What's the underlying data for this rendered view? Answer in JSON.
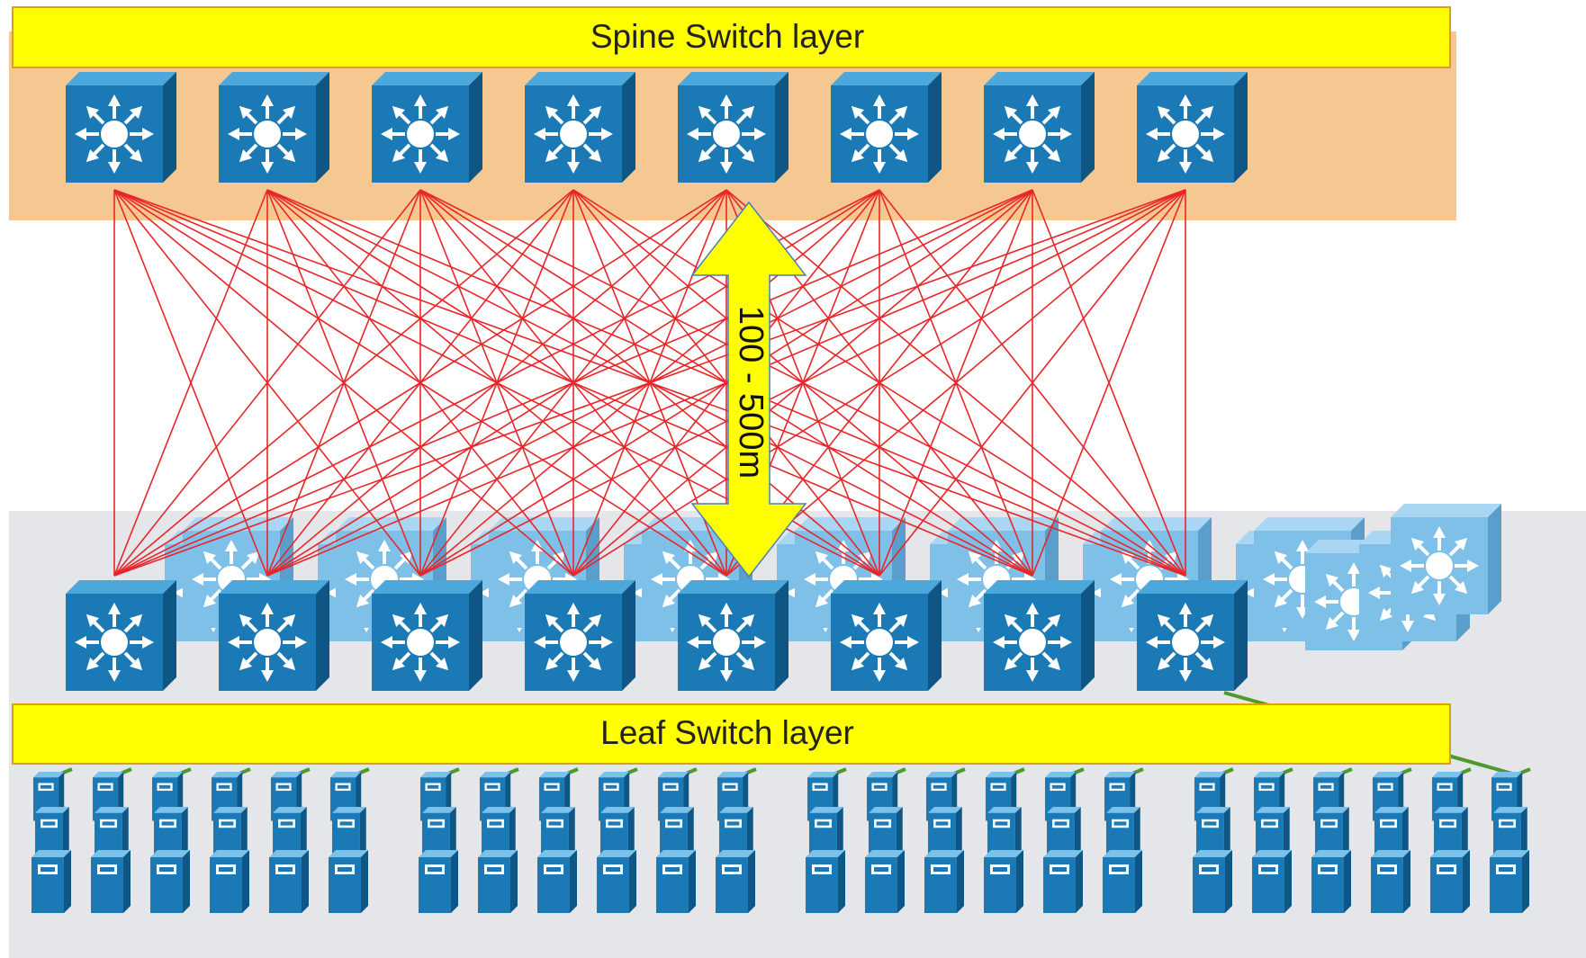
{
  "spine_banner": {
    "label": "Spine Switch layer"
  },
  "leaf_banner": {
    "label": "Leaf Switch layer"
  },
  "distance": {
    "label": "100 - 500m"
  },
  "spine_switches": {
    "count": 8,
    "icon": "multilayer-switch-icon"
  },
  "leaf_switches": {
    "count": 8,
    "icon": "multilayer-switch-icon"
  },
  "server_racks": {
    "groups": 4,
    "icon": "server-tower-icon"
  },
  "colors": {
    "spine_zone": "#F5C791",
    "leaf_zone": "#E4E6EA",
    "banner": "#FFFF00",
    "banner_border": "#D9A400",
    "links": "#E8262A",
    "server_links": "#4E9A2C",
    "switch_front": "#1B7AB5",
    "switch_side": "#0F5684",
    "switch_top": "#4CA8DB",
    "faded_switch": "#7EC0E8",
    "arrow": "#FFFF00"
  }
}
